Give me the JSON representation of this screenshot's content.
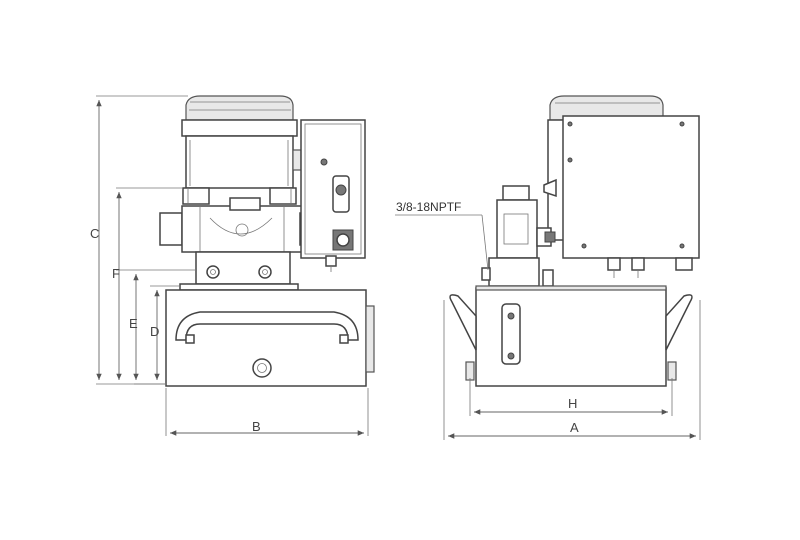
{
  "labels": {
    "A": "A",
    "B": "B",
    "C": "C",
    "D": "D",
    "E": "E",
    "F": "F",
    "H": "H",
    "port": "3/8-18NPTF"
  }
}
